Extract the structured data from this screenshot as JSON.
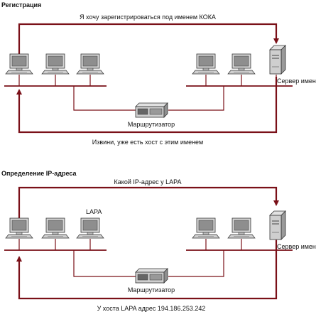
{
  "registration": {
    "title": "Регистрация",
    "request_text": "Я хочу зарегистрироваться под именем КОКА",
    "reply_text": "Извини, уже есть хост с этим именем",
    "router_label": "Маршрутизатор",
    "server_label": "Сервер имен"
  },
  "resolution": {
    "title": "Определение IP-адреса",
    "request_text": "Какой IP-адрес у LAPA",
    "reply_text": "У хоста LAPA адрес 194.186.253.242",
    "host_label": "LAPA",
    "router_label": "Маршрутизатор",
    "server_label": "Сервер имен"
  },
  "colors": {
    "arrow": "#7a1018",
    "network": "#7a1018"
  }
}
